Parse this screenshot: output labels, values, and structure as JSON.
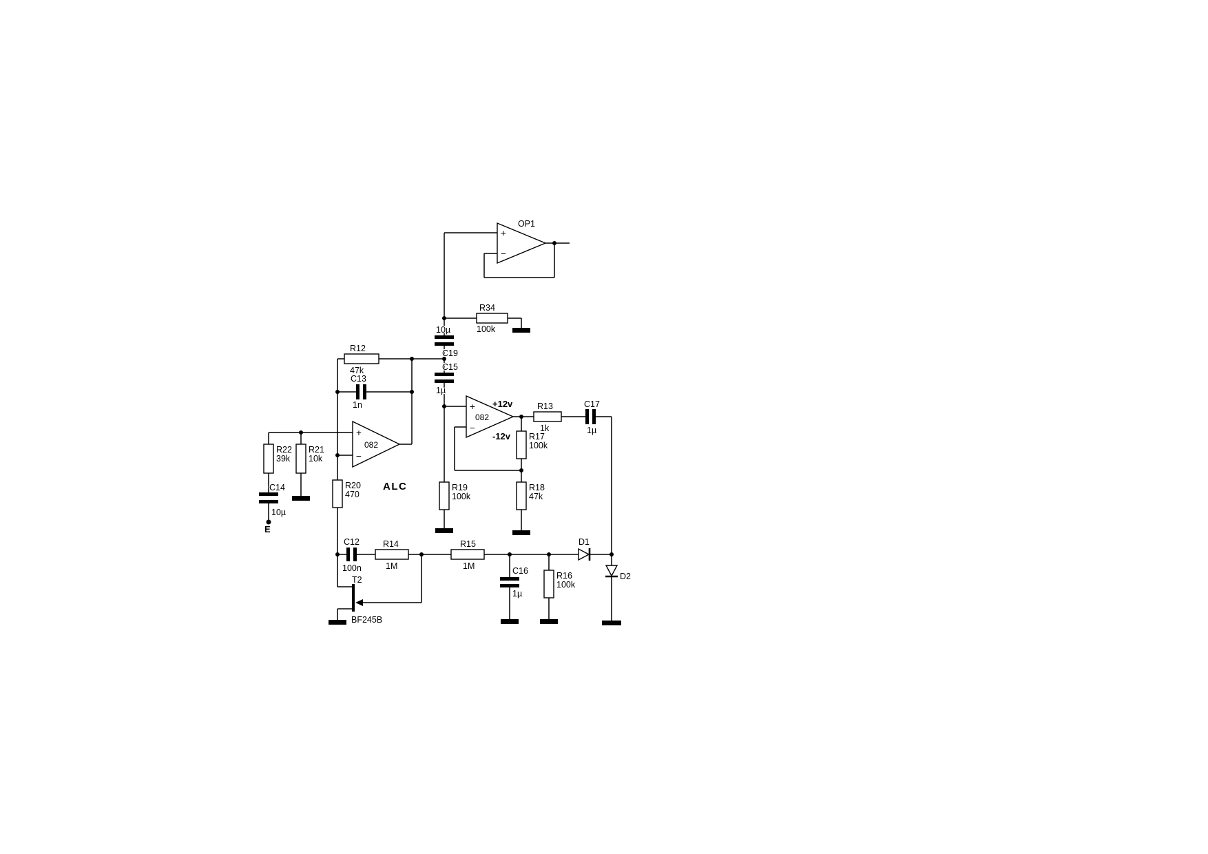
{
  "colors": {
    "wire": "#000000",
    "supply_label": "#0000c8",
    "accent_label": "#e10000"
  },
  "opamps": {
    "op1": {
      "label": "OP1",
      "plus": "+",
      "minus": "−"
    },
    "u1": {
      "label": "082",
      "plus": "+",
      "minus": "−"
    },
    "u2": {
      "label": "082",
      "plus": "+",
      "minus": "−",
      "supply_pos": "+12v",
      "supply_neg": "-12v"
    }
  },
  "resistors": {
    "R12": {
      "ref": "R12",
      "value": "47k"
    },
    "R13": {
      "ref": "R13",
      "value": "1k"
    },
    "R14": {
      "ref": "R14",
      "value": "1M"
    },
    "R15": {
      "ref": "R15",
      "value": "1M"
    },
    "R16": {
      "ref": "R16",
      "value": "100k"
    },
    "R17": {
      "ref": "R17",
      "value": "100k"
    },
    "R18": {
      "ref": "R18",
      "value": "47k"
    },
    "R19": {
      "ref": "R19",
      "value": "100k"
    },
    "R20": {
      "ref": "R20",
      "value": "470"
    },
    "R21": {
      "ref": "R21",
      "value": "10k"
    },
    "R22": {
      "ref": "R22",
      "value": "39k"
    },
    "R34": {
      "ref": "R34",
      "value": "100k"
    }
  },
  "capacitors": {
    "C12": {
      "ref": "C12",
      "value": "100n"
    },
    "C13": {
      "ref": "C13",
      "value": "1n"
    },
    "C14": {
      "ref": "C14",
      "value": "10µ"
    },
    "C15": {
      "ref": "C15",
      "value": "1µ"
    },
    "C16": {
      "ref": "C16",
      "value": "1µ"
    },
    "C17": {
      "ref": "C17",
      "value": "1µ"
    },
    "C19": {
      "ref": "C19",
      "value": "10µ"
    }
  },
  "diodes": {
    "D1": {
      "ref": "D1"
    },
    "D2": {
      "ref": "D2"
    }
  },
  "transistors": {
    "T2": {
      "ref": "T2",
      "value": "BF245B"
    }
  },
  "terminals": {
    "E": {
      "label": "E"
    }
  },
  "annotations": {
    "alc": "ALC"
  }
}
